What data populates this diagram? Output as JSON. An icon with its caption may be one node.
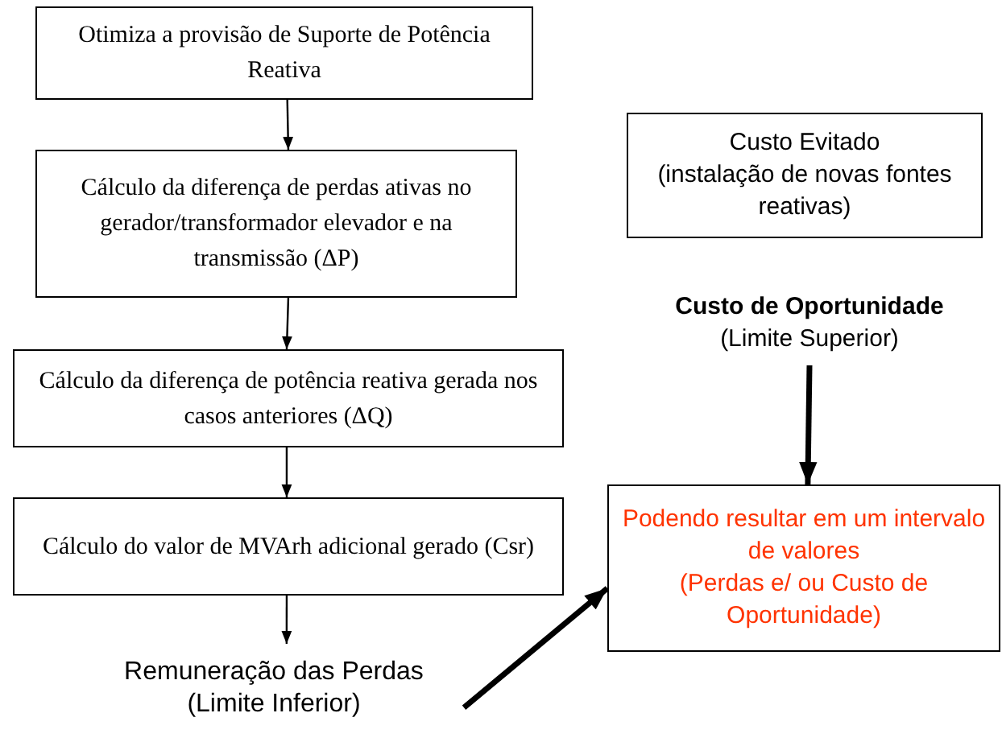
{
  "diagram": {
    "nodes": [
      {
        "text": [
          "Otimiza a provisão de Suporte de Potência Reativa"
        ]
      },
      {
        "text": [
          "Cálculo da diferença de perdas ativas no gerador/transformador elevador e na transmissão (ΔP)"
        ]
      },
      {
        "text": [
          "Cálculo da diferença de potência reativa gerada nos casos anteriores (ΔQ)"
        ]
      },
      {
        "text": [
          "Cálculo do valor de MVArh adicional gerado (Csr)"
        ]
      },
      {
        "text": [
          "Remuneração das Perdas",
          "(Limite Inferior)"
        ]
      },
      {
        "text": [
          "Custo Evitado",
          "(instalação de novas fontes reativas)"
        ]
      },
      {
        "text": [
          "Custo de Oportunidade",
          "(Limite Superior)"
        ]
      },
      {
        "text": [
          "Podendo resultar em um intervalo de valores",
          "(Perdas e/ ou Custo de Oportunidade)"
        ]
      }
    ],
    "edges": [
      {
        "from": 0,
        "to": 1,
        "arrow": "to"
      },
      {
        "from": 1,
        "to": 2,
        "arrow": "to"
      },
      {
        "from": 2,
        "to": 3,
        "arrow": "to"
      },
      {
        "from": 3,
        "to": 4,
        "arrow": "to"
      },
      {
        "from": 6,
        "to": 7,
        "arrow": "to",
        "style": "thick"
      },
      {
        "from": 4,
        "to": 7,
        "arrow": "to",
        "style": "thick"
      }
    ]
  }
}
